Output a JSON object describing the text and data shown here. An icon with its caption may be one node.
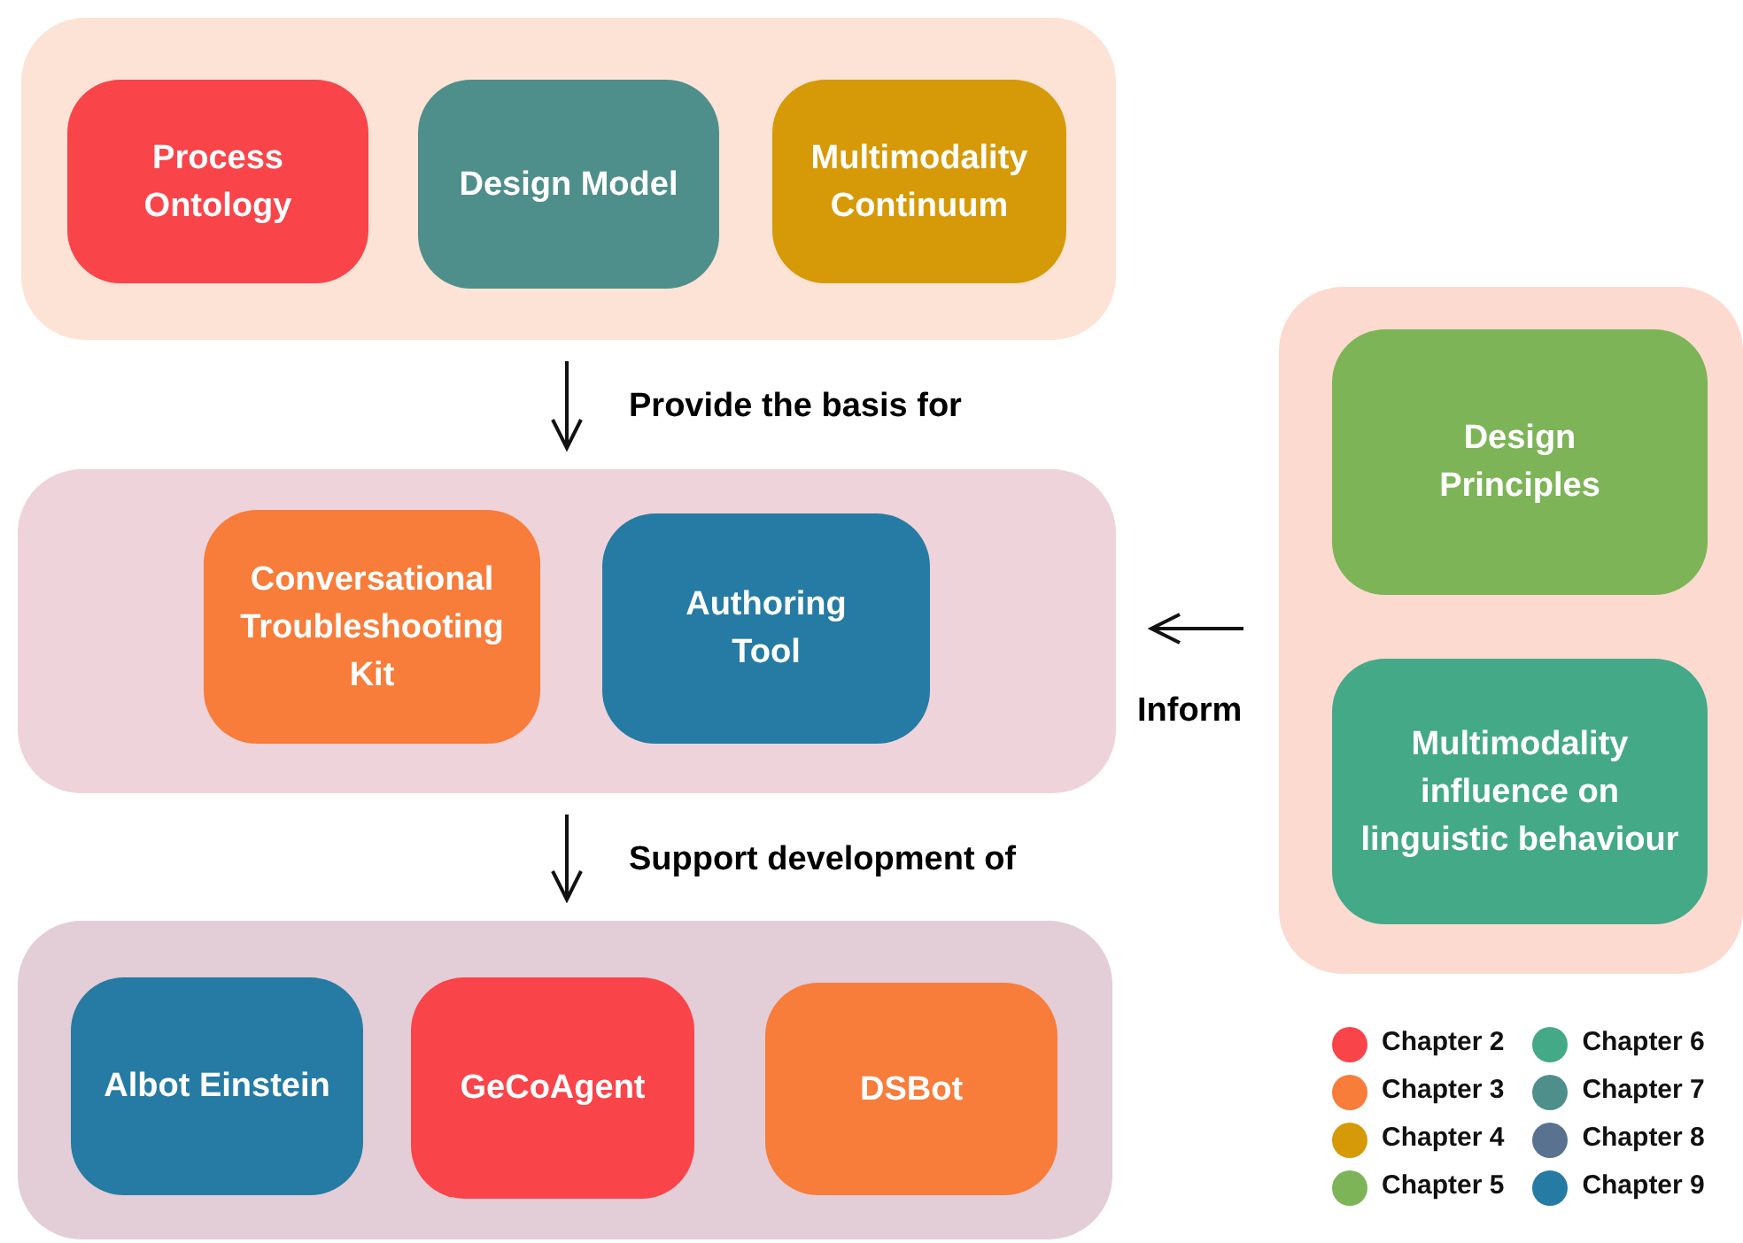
{
  "diagram": {
    "nodes": [
      {
        "text": [],
        "shape": "box"
      },
      {
        "text": [
          "Process Ontology"
        ],
        "in": 0
      },
      {
        "text": [
          "Design Model"
        ],
        "in": 0
      },
      {
        "text": [
          "Multimodality Continuum"
        ],
        "in": 0
      },
      {
        "text": [],
        "shape": "box"
      },
      {
        "text": [
          "Conversational Troubleshooting Kit"
        ],
        "in": 4
      },
      {
        "text": [
          "Authoring Tool"
        ],
        "in": 4
      },
      {
        "text": [],
        "shape": "box"
      },
      {
        "text": [
          "Albot Einstein"
        ],
        "in": 7
      },
      {
        "text": [
          "GeCoAgent"
        ],
        "in": 7
      },
      {
        "text": [
          "DSBot"
        ],
        "in": 7
      },
      {
        "text": [],
        "shape": "box"
      },
      {
        "text": [
          "Design Principles"
        ],
        "in": 11
      },
      {
        "text": [
          "Multimodality influence on linguistic behaviour"
        ],
        "in": 11
      }
    ],
    "edges": [
      {
        "from": 0,
        "to": 4,
        "arrow": "to",
        "label": "Provide the basis for"
      },
      {
        "from": 4,
        "to": 7,
        "arrow": "to",
        "label": "Support development of"
      },
      {
        "from": 11,
        "to": 4,
        "arrow": "to",
        "label": "Inform"
      }
    ],
    "legend": [
      {
        "text": "Chapter 2",
        "color": "#f94449"
      },
      {
        "text": "Chapter 3",
        "color": "#f87c3a"
      },
      {
        "text": "Chapter 4",
        "color": "#d69a08"
      },
      {
        "text": "Chapter 5",
        "color": "#7db457"
      },
      {
        "text": "Chapter 6",
        "color": "#44a987"
      },
      {
        "text": "Chapter 7",
        "color": "#4f8f8b"
      },
      {
        "text": "Chapter 8",
        "color": "#58728f"
      },
      {
        "text": "Chapter 9",
        "color": "#257ba3"
      }
    ]
  }
}
